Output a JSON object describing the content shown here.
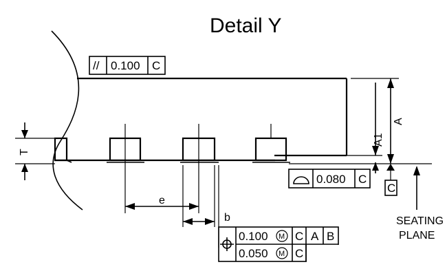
{
  "title": "Detail Y",
  "parallelism_frame": {
    "symbol": "//",
    "tolerance": "0.100",
    "datum": "C"
  },
  "coplanarity_frame": {
    "symbol": "profile-of-surface",
    "tolerance": "0.080",
    "datum": "C"
  },
  "position_frame": {
    "symbol": "position",
    "row1": {
      "tolerance": "0.100",
      "modifier": "M",
      "datums": [
        "C",
        "A",
        "B"
      ]
    },
    "row2": {
      "tolerance": "0.050",
      "modifier": "M",
      "datums": [
        "C"
      ]
    }
  },
  "dimensions": {
    "thickness": "T",
    "pitch": "e",
    "ball_width": "b",
    "height": "A",
    "standoff": "A1"
  },
  "datum_label": "C",
  "seating_plane": {
    "line1": "SEATING",
    "line2": "PLANE"
  }
}
